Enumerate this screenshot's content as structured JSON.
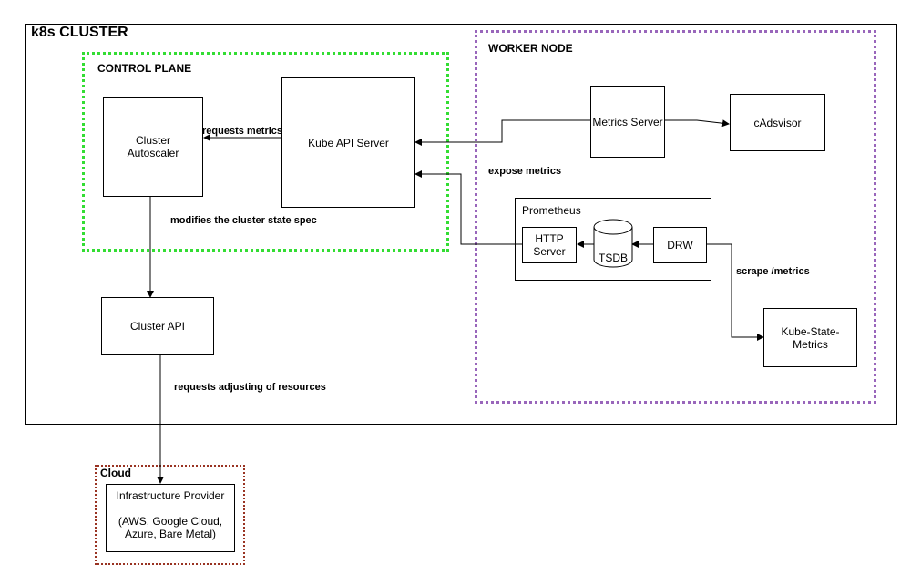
{
  "cluster": {
    "title": "k8s CLUSTER"
  },
  "control_plane": {
    "title": "CONTROL PLANE",
    "color": "#33dd33"
  },
  "worker_node": {
    "title": "WORKER NODE",
    "color": "#9966bb"
  },
  "cloud": {
    "title": "Cloud",
    "color": "#993322"
  },
  "nodes": {
    "cluster_autoscaler": "Cluster\nAutoscaler",
    "kube_api_server": "Kube API Server",
    "metrics_server": "Metrics Server",
    "cadvisor": "cAdsvisor",
    "prometheus": "Prometheus",
    "http_server": "HTTP\nServer",
    "tsdb": "TSDB",
    "drw": "DRW",
    "kube_state_metrics": "Kube-State-\nMetrics",
    "cluster_api": "Cluster API",
    "infra_provider": "Infrastructure Provider\n\n(AWS, Google Cloud,\nAzure, Bare Metal)"
  },
  "edges": {
    "requests_metrics": "requests metrics",
    "expose_metrics": "expose metrics",
    "modifies_spec": "modifies the cluster state spec",
    "scrape_metrics": "scrape /metrics",
    "requests_adjusting": "requests adjusting of resources"
  }
}
